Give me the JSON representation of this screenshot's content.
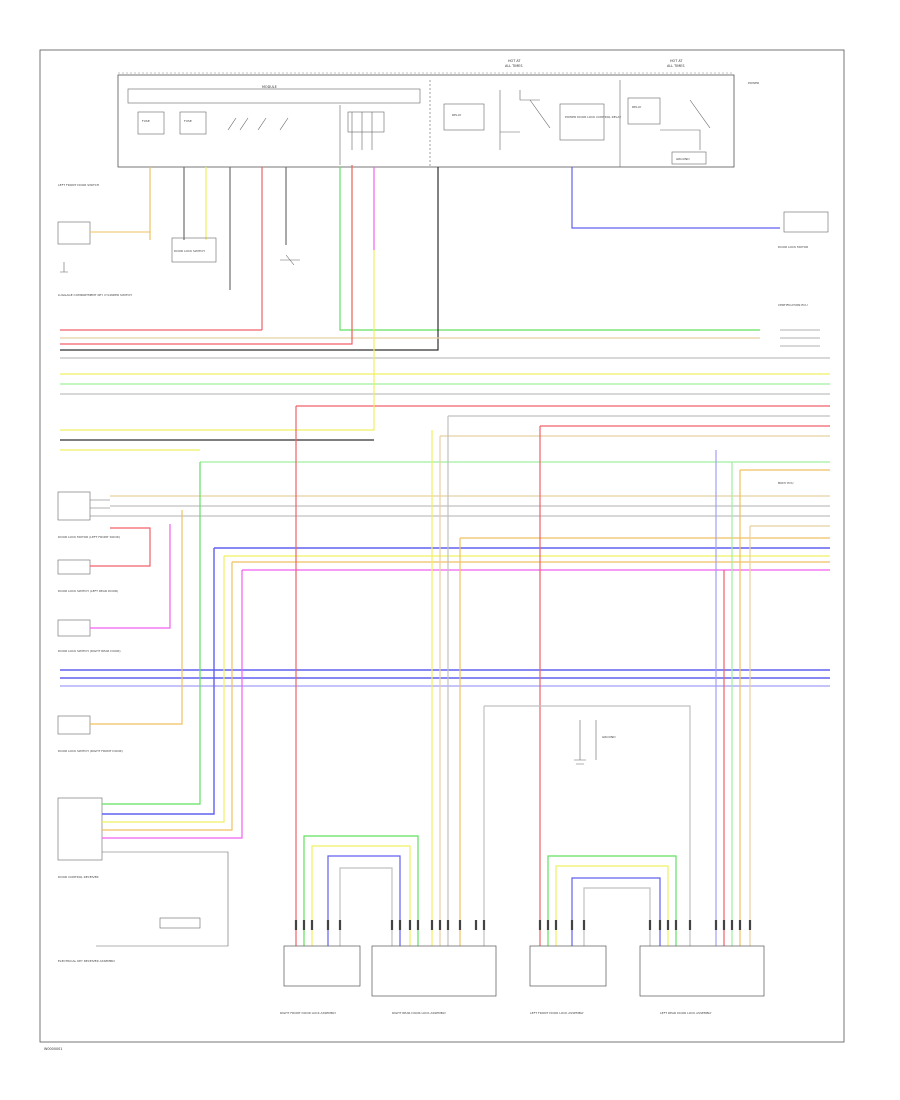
{
  "diagram": {
    "footer_code": "W0000001",
    "top_labels": {
      "hot_left_line1": "HOT AT",
      "hot_left_line2": "ALL TIMES",
      "hot_right_line1": "HOT AT",
      "hot_right_line2": "ALL TIMES",
      "module_bar": "MODULE",
      "fuse_1": "FUSE",
      "fuse_2": "FUSE",
      "module_box_right": "POWER DOOR LOCK CONTROL RELAY",
      "relay_1": "RELAY",
      "relay_2": "RELAY",
      "ground_label": "GROUND"
    },
    "left_components": [
      "LEFT FRONT DOOR SWITCH",
      "DOOR LOCK SWITCH",
      "LUGGAGE COMPARTMENT KEY CYLINDER SWITCH",
      "DOOR LOCK MOTOR (LEFT FRONT DOOR)",
      "DOOR LOCK SWITCH (LEFT REAR DOOR)",
      "DOOR LOCK SWITCH (RIGHT REAR DOOR)",
      "DOOR LOCK SWITCH (RIGHT FRONT DOOR)",
      "DOOR CONTROL RECEIVER",
      "ELECTRICAL KEY RECEIVER ASSEMBLY"
    ],
    "right_components": [
      "DOOR LOCK MOTOR",
      "CERTIFICATION ECU",
      "BODY ECU"
    ],
    "bottom_components": [
      "RIGHT FRONT DOOR LOCK ASSEMBLY",
      "RIGHT REAR DOOR LOCK ASSEMBLY",
      "LEFT FRONT DOOR LOCK ASSEMBLY",
      "LEFT REAR DOOR LOCK ASSEMBLY"
    ],
    "wire_colors": {
      "red": "#f0606a",
      "pink": "#f060f0",
      "green": "#60e060",
      "lightgreen": "#a0f0a0",
      "yellow": "#f0f060",
      "orange": "#f0c060",
      "tan": "#e8d0a0",
      "blue": "#6060f0",
      "lightblue": "#a0a0f8",
      "gray": "#707070",
      "black": "#303030",
      "violet": "#c080f0"
    }
  }
}
